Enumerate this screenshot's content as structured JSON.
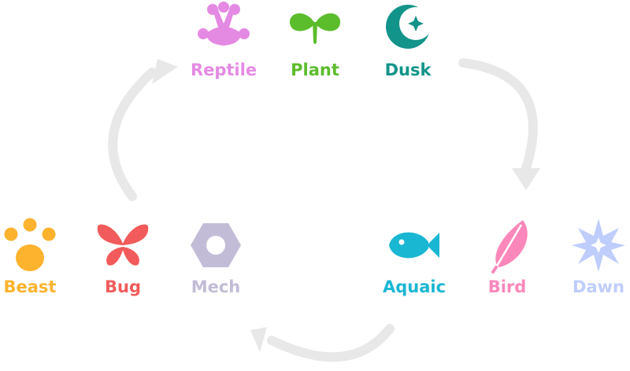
{
  "diagram": {
    "classes": [
      {
        "id": "reptile",
        "label": "Reptile",
        "color": "#e48ae3",
        "icon": "reptile-claw-icon"
      },
      {
        "id": "plant",
        "label": "Plant",
        "color": "#5cbd2c",
        "icon": "plant-leaf-icon"
      },
      {
        "id": "dusk",
        "label": "Dusk",
        "color": "#12948a",
        "icon": "crescent-moon-star-icon"
      },
      {
        "id": "aquatic",
        "label": "Aquaic",
        "color": "#1ab7d3",
        "icon": "fish-icon"
      },
      {
        "id": "bird",
        "label": "Bird",
        "color": "#fb87bb",
        "icon": "feather-icon"
      },
      {
        "id": "dawn",
        "label": "Dawn",
        "color": "#bfcdfd",
        "icon": "compass-star-icon"
      },
      {
        "id": "beast",
        "label": "Beast",
        "color": "#fdb32e",
        "icon": "paw-icon"
      },
      {
        "id": "bug",
        "label": "Bug",
        "color": "#f15b5b",
        "icon": "butterfly-icon"
      },
      {
        "id": "mech",
        "label": "Mech",
        "color": "#c3bcd6",
        "icon": "hex-nut-icon"
      }
    ],
    "cycle_arrow_color": "#e8e8e8",
    "cycle_arrows": [
      "arrow-top-to-right",
      "arrow-right-to-bottom",
      "arrow-left-to-top"
    ]
  }
}
